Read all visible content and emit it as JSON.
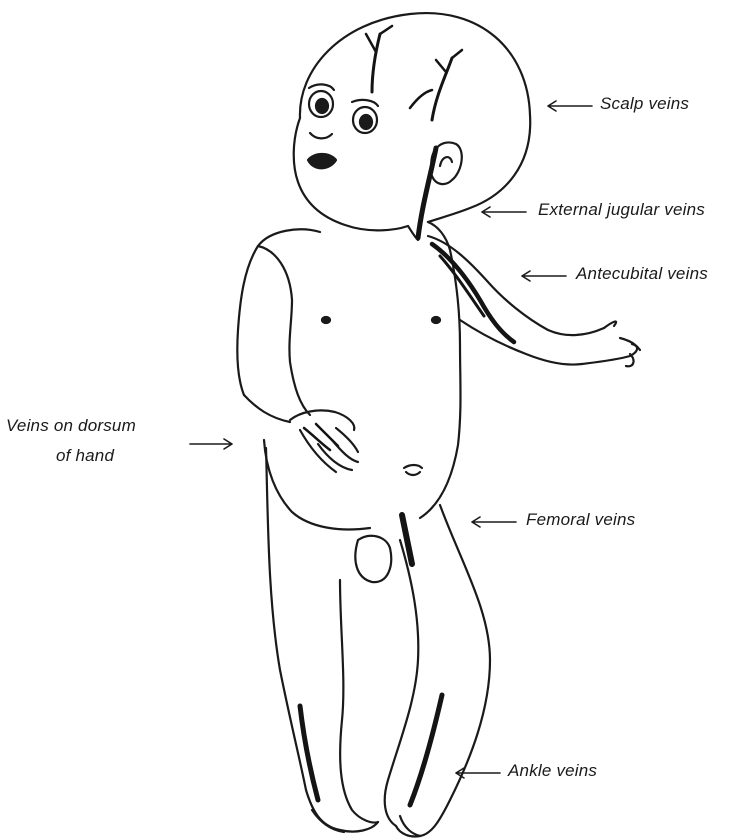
{
  "figure": {
    "labels": {
      "scalp": "Scalp veins",
      "external_jugular": "External jugular veins",
      "antecubital": "Antecubital veins",
      "dorsum_line1": "Veins on dorsum",
      "dorsum_line2": "of hand",
      "femoral": "Femoral veins",
      "ankle": "Ankle veins"
    },
    "colors": {
      "ink": "#1a1a1a",
      "vein": "#141414",
      "background": "#ffffff"
    }
  }
}
